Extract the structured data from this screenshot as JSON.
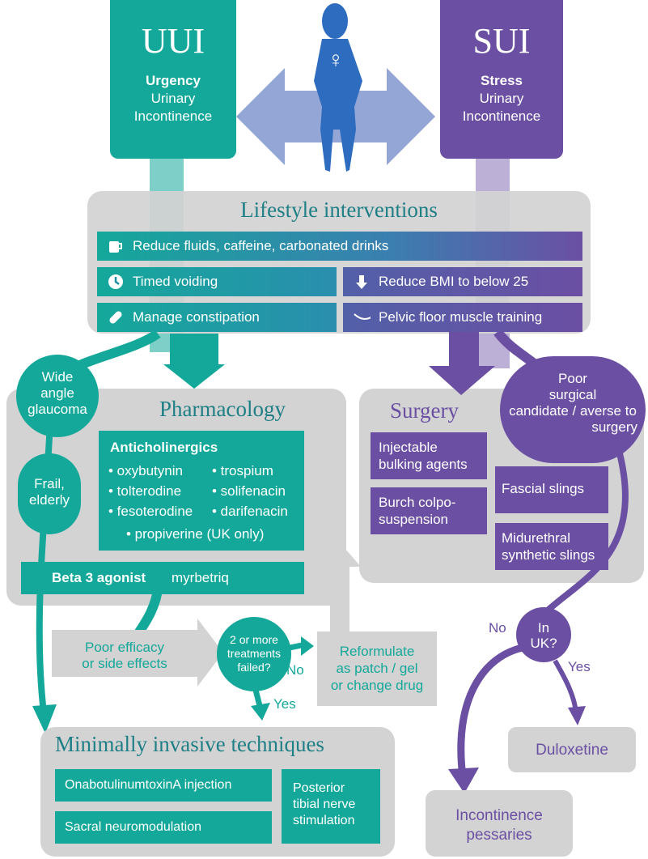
{
  "uui": {
    "abbr": "UUI",
    "bold": "Urgency",
    "line2": "Urinary",
    "line3": "Incontinence"
  },
  "sui": {
    "abbr": "SUI",
    "bold": "Stress",
    "line2": "Urinary",
    "line3": "Incontinence"
  },
  "female_symbol": "♀",
  "lifestyle": {
    "title": "Lifestyle interventions",
    "items": [
      "Reduce fluids, caffeine, carbonated drinks",
      "Timed voiding",
      "Reduce BMI to below 25",
      "Manage constipation",
      "Pelvic floor muscle training"
    ]
  },
  "glaucoma": "Wide angle glaucoma",
  "glaucoma_lines": [
    "Wide",
    "angle",
    "glaucoma"
  ],
  "frail_lines": [
    "Frail,",
    "elderly"
  ],
  "pharmacology": {
    "title": "Pharmacology",
    "anticholinergics_label": "Anticholinergics",
    "drugs_left": [
      "• oxybutynin",
      "• tolterodine",
      "• fesoterodine"
    ],
    "drugs_right": [
      "• trospium",
      "• solifenacin",
      "• darifenacin"
    ],
    "propiverine": "• propiverine (UK only)",
    "beta3_label": "Beta 3 agonist",
    "beta3_drug": "myrbetriq"
  },
  "surgery": {
    "title": "Surgery",
    "injectable_lines": [
      "Injectable",
      "bulking agents"
    ],
    "burch_lines": [
      "Burch colpo-",
      "suspension"
    ],
    "fascial": "Fascial slings",
    "midurethral_lines": [
      "Midurethral",
      "synthetic slings"
    ]
  },
  "poor_candidate_lines": [
    "Poor",
    "surgical",
    "candidate / averse to",
    "surgery"
  ],
  "flow": {
    "poor_efficacy_lines": [
      "Poor efficacy",
      "or side effects"
    ],
    "two_or_more_lines": [
      "2 or more",
      "treatments",
      "failed?"
    ],
    "no_label": "No",
    "yes_label": "Yes",
    "reformulate_lines": [
      "Reformulate",
      "as patch / gel",
      "or change drug"
    ]
  },
  "uk": {
    "question_lines": [
      "In",
      "UK?"
    ],
    "no_label": "No",
    "yes_label": "Yes"
  },
  "duloxetine": "Duloxetine",
  "pessaries_lines": [
    "Incontinence",
    "pessaries"
  ],
  "minimally_invasive": {
    "title": "Minimally invasive techniques",
    "onabot": "OnabotulinumtoxinA injection",
    "sacral": "Sacral neuromodulation",
    "ptns_lines": [
      "Posterior",
      "tibial nerve",
      "stimulation"
    ]
  },
  "colors": {
    "teal": "#14a89a",
    "purple": "#6b4fa3",
    "grey": "#d3d3d3",
    "arrow_blue": "#94a6d6"
  }
}
